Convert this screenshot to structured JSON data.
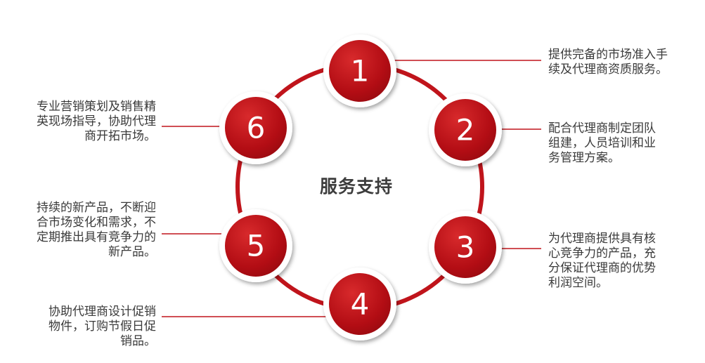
{
  "center_title": "服务支持",
  "colors": {
    "ring": "#c0141b",
    "node_fill": "#c0141b",
    "node_outer": "#ffffff",
    "connector": "#c0141b",
    "text": "#3a3a3a"
  },
  "nodes": [
    {
      "number": "1",
      "description": "提供完备的市场准入手\n续及代理商资质服务。"
    },
    {
      "number": "2",
      "description": "配合代理商制定团队\n组建，人员培训和业\n务管理方案。"
    },
    {
      "number": "3",
      "description": "为代理商提供具有核\n心竞争力的产品，充\n分保证代理商的优势\n利润空间。"
    },
    {
      "number": "4",
      "description": "协助代理商设计促销\n物件，订购节假日促\n销品。"
    },
    {
      "number": "5",
      "description": "持续的新产品，不断迎\n合市场变化和需求，不\n定期推出具有竞争力的\n新产品。"
    },
    {
      "number": "6",
      "description": "专业营销策划及销售精\n英现场指导，协助代理\n商开拓市场。"
    }
  ]
}
